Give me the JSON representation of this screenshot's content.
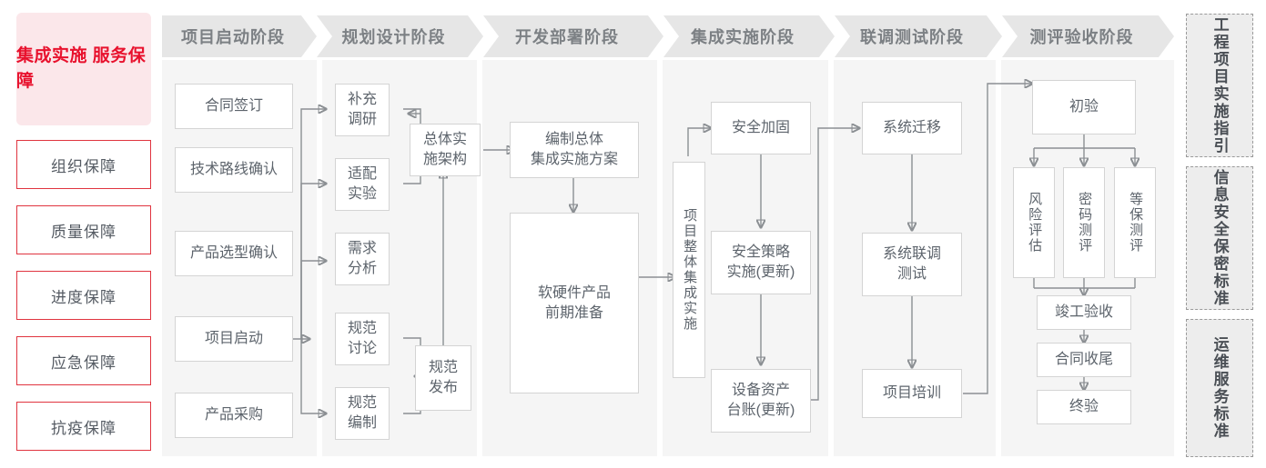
{
  "sidebar": {
    "title": "集成实施\n服务保障",
    "title_color": "#e8112d",
    "items": [
      {
        "label": "组织保障"
      },
      {
        "label": "质量保障"
      },
      {
        "label": "进度保障"
      },
      {
        "label": "应急保障"
      },
      {
        "label": "抗疫保障"
      }
    ]
  },
  "phases": [
    {
      "label": "项目启动阶段"
    },
    {
      "label": "规划设计阶段"
    },
    {
      "label": "开发部署阶段"
    },
    {
      "label": "集成实施阶段"
    },
    {
      "label": "联调测试阶段"
    },
    {
      "label": "测评验收阶段"
    }
  ],
  "nodes": {
    "p1": [
      {
        "label": "合同签订"
      },
      {
        "label": "技术路线确认"
      },
      {
        "label": "产品选型确认"
      },
      {
        "label": "项目启动"
      },
      {
        "label": "产品采购"
      }
    ],
    "p2": [
      {
        "label": "补充\n调研"
      },
      {
        "label": "适配\n实验"
      },
      {
        "label": "需求\n分析"
      },
      {
        "label": "规范\n讨论"
      },
      {
        "label": "规范\n编制"
      },
      {
        "label": "总体实\n施架构"
      },
      {
        "label": "规范\n发布"
      }
    ],
    "p3": [
      {
        "label": "编制总体\n集成实施方案"
      },
      {
        "label": "软硬件产品\n前期准备"
      }
    ],
    "p4": [
      {
        "label": "项目整体集成实施"
      },
      {
        "label": "安全加固"
      },
      {
        "label": "安全策略\n实施(更新)"
      },
      {
        "label": "设备资产\n台账(更新)"
      }
    ],
    "p5": [
      {
        "label": "系统迁移"
      },
      {
        "label": "系统联调\n测试"
      },
      {
        "label": "项目培训"
      }
    ],
    "p6": [
      {
        "label": "初验"
      },
      {
        "label": "风险评估"
      },
      {
        "label": "密码测评"
      },
      {
        "label": "等保测评"
      },
      {
        "label": "竣工验收"
      },
      {
        "label": "合同收尾"
      },
      {
        "label": "终验"
      }
    ]
  },
  "standards": [
    {
      "label": "工程项目实施指引"
    },
    {
      "label": "信息安全保密标准"
    },
    {
      "label": "运维服务标准"
    }
  ],
  "colors": {
    "accent_red": "#e8112d",
    "border_red": "#e0343f",
    "header_gray": "#e6e6e6",
    "column_gray": "#f5f5f5",
    "box_border": "#d4d4d4",
    "text_gray": "#5d646c",
    "wire": "#8b8f93"
  }
}
